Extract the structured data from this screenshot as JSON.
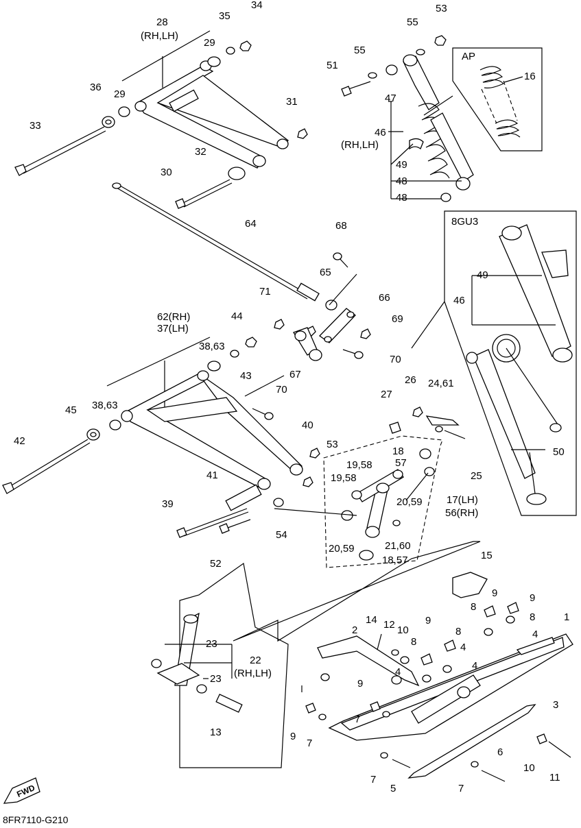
{
  "diagram": {
    "ref_code": "8FR7110-G210",
    "fwd_label": "FWD",
    "boxes": {
      "ap": "AP",
      "alt": "8GU3"
    },
    "labels": [
      {
        "id": "28",
        "text": "28"
      },
      {
        "id": "rhlh1",
        "text": "(RH,LH)"
      },
      {
        "id": "35",
        "text": "35"
      },
      {
        "id": "34",
        "text": "34"
      },
      {
        "id": "29a",
        "text": "29"
      },
      {
        "id": "36",
        "text": "36"
      },
      {
        "id": "29b",
        "text": "29"
      },
      {
        "id": "31",
        "text": "31"
      },
      {
        "id": "33",
        "text": "33"
      },
      {
        "id": "32",
        "text": "32"
      },
      {
        "id": "30",
        "text": "30"
      },
      {
        "id": "64",
        "text": "64"
      },
      {
        "id": "51",
        "text": "51"
      },
      {
        "id": "55a",
        "text": "55"
      },
      {
        "id": "55b",
        "text": "55"
      },
      {
        "id": "53a",
        "text": "53"
      },
      {
        "id": "47",
        "text": "47"
      },
      {
        "id": "46",
        "text": "46"
      },
      {
        "id": "rhlh2",
        "text": "(RH,LH)"
      },
      {
        "id": "49a",
        "text": "49"
      },
      {
        "id": "48a",
        "text": "48"
      },
      {
        "id": "48b",
        "text": "48"
      },
      {
        "id": "16",
        "text": "16"
      },
      {
        "id": "49b",
        "text": "49"
      },
      {
        "id": "46b",
        "text": "46"
      },
      {
        "id": "50",
        "text": "50"
      },
      {
        "id": "68",
        "text": "68"
      },
      {
        "id": "65",
        "text": "65"
      },
      {
        "id": "66",
        "text": "66"
      },
      {
        "id": "69",
        "text": "69"
      },
      {
        "id": "71",
        "text": "71"
      },
      {
        "id": "70a",
        "text": "70"
      },
      {
        "id": "67",
        "text": "67"
      },
      {
        "id": "62",
        "text": "62(RH)"
      },
      {
        "id": "37",
        "text": "37(LH)"
      },
      {
        "id": "44",
        "text": "44"
      },
      {
        "id": "3863a",
        "text": "38,63"
      },
      {
        "id": "43",
        "text": "43"
      },
      {
        "id": "70b",
        "text": "70"
      },
      {
        "id": "45",
        "text": "45"
      },
      {
        "id": "3863b",
        "text": "38,63"
      },
      {
        "id": "42",
        "text": "42"
      },
      {
        "id": "40",
        "text": "40"
      },
      {
        "id": "53b",
        "text": "53"
      },
      {
        "id": "41",
        "text": "41"
      },
      {
        "id": "39",
        "text": "39"
      },
      {
        "id": "54",
        "text": "54"
      },
      {
        "id": "52",
        "text": "52"
      },
      {
        "id": "27",
        "text": "27"
      },
      {
        "id": "26",
        "text": "26"
      },
      {
        "id": "2461",
        "text": "24,61"
      },
      {
        "id": "25",
        "text": "25"
      },
      {
        "id": "18",
        "text": "18"
      },
      {
        "id": "1958a",
        "text": "19,58"
      },
      {
        "id": "57",
        "text": "57"
      },
      {
        "id": "1958b",
        "text": "19,58"
      },
      {
        "id": "2059a",
        "text": "20,59"
      },
      {
        "id": "17",
        "text": "17(LH)"
      },
      {
        "id": "56",
        "text": "56(RH)"
      },
      {
        "id": "2160",
        "text": "21,60"
      },
      {
        "id": "2059b",
        "text": "20,59"
      },
      {
        "id": "1857",
        "text": "18,57"
      },
      {
        "id": "15",
        "text": "15"
      },
      {
        "id": "23a",
        "text": "23"
      },
      {
        "id": "22",
        "text": "22"
      },
      {
        "id": "rhlh3",
        "text": "(RH,LH)"
      },
      {
        "id": "23b",
        "text": "23"
      },
      {
        "id": "13",
        "text": "13"
      },
      {
        "id": "14",
        "text": "14"
      },
      {
        "id": "12",
        "text": "12"
      },
      {
        "id": "10a",
        "text": "10"
      },
      {
        "id": "2",
        "text": "2"
      },
      {
        "id": "9a",
        "text": "9"
      },
      {
        "id": "8a",
        "text": "8"
      },
      {
        "id": "8b",
        "text": "8"
      },
      {
        "id": "9b",
        "text": "9"
      },
      {
        "id": "8c",
        "text": "8"
      },
      {
        "id": "9c",
        "text": "9"
      },
      {
        "id": "8d",
        "text": "8"
      },
      {
        "id": "4a",
        "text": "4"
      },
      {
        "id": "4b",
        "text": "4"
      },
      {
        "id": "1",
        "text": "1"
      },
      {
        "id": "4c",
        "text": "4"
      },
      {
        "id": "4d",
        "text": "4"
      },
      {
        "id": "9d",
        "text": "9"
      },
      {
        "id": "7a",
        "text": "7"
      },
      {
        "id": "9e",
        "text": "9"
      },
      {
        "id": "7b",
        "text": "7"
      },
      {
        "id": "3",
        "text": "3"
      },
      {
        "id": "10b",
        "text": "10"
      },
      {
        "id": "11",
        "text": "11"
      },
      {
        "id": "6",
        "text": "6"
      },
      {
        "id": "7c",
        "text": "7"
      },
      {
        "id": "5",
        "text": "5"
      },
      {
        "id": "7d",
        "text": "7"
      }
    ]
  }
}
